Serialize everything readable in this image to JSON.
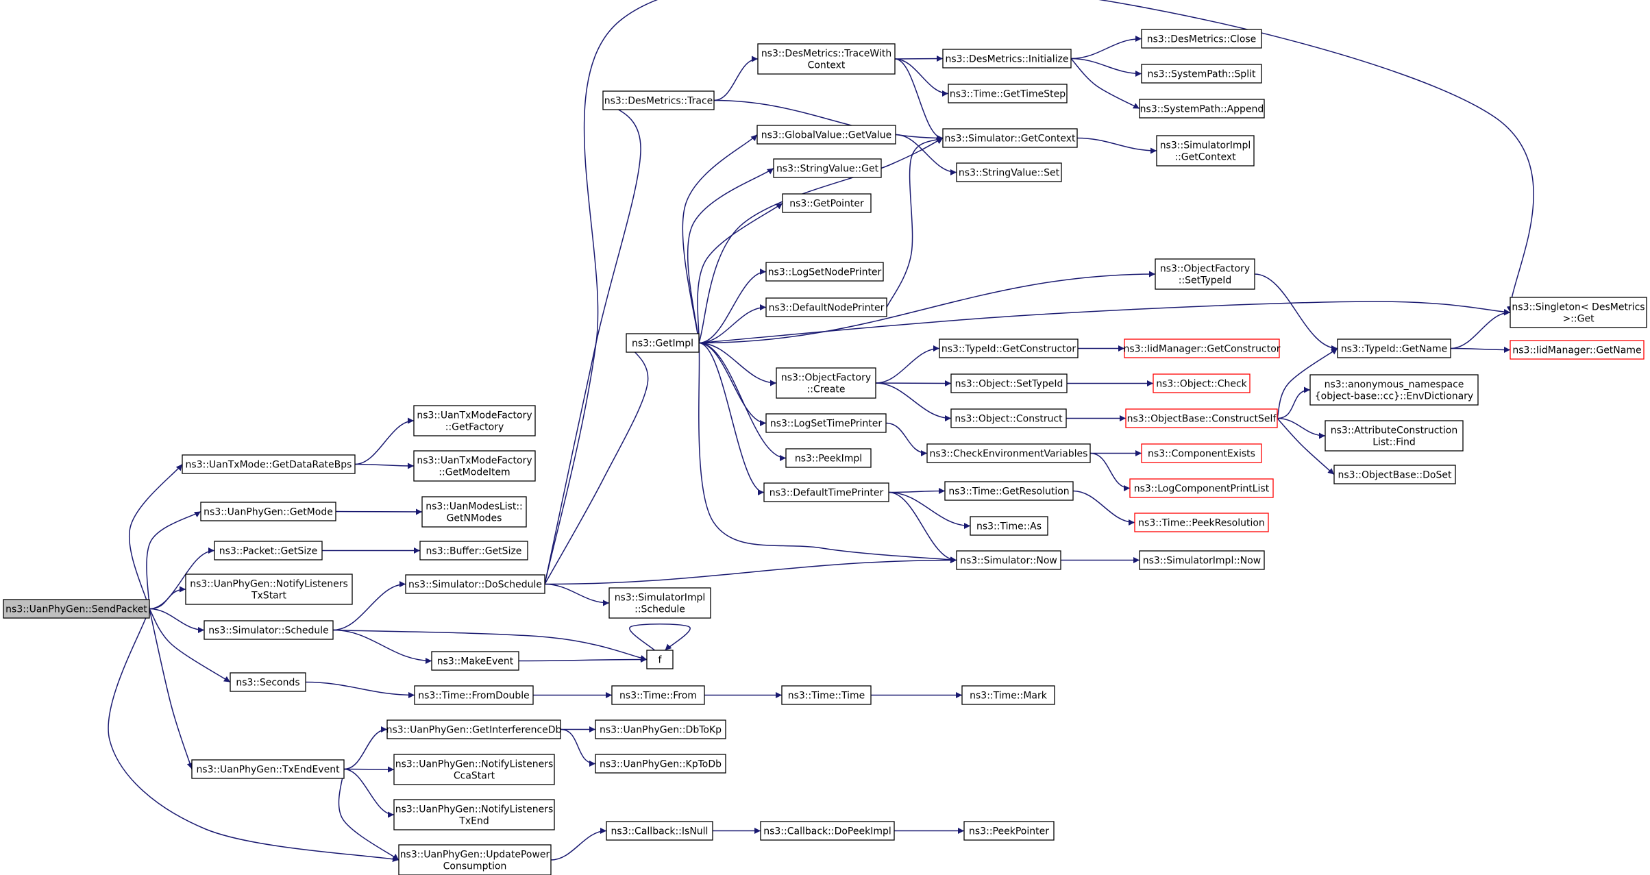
{
  "diagram": {
    "colors": {
      "edge": "#191970",
      "node_border": "#000000",
      "node_border_external": "#ff0000",
      "root_fill": "#bfbfbf",
      "background": "#ffffff"
    },
    "nodes": [
      {
        "id": "sendpacket",
        "lines": [
          "ns3::UanPhyGen::SendPacket"
        ],
        "style": "root"
      },
      {
        "id": "getdataratebps",
        "lines": [
          "ns3::UanTxMode::GetDataRateBps"
        ]
      },
      {
        "id": "getmode",
        "lines": [
          "ns3::UanPhyGen::GetMode"
        ]
      },
      {
        "id": "packetgetsize",
        "lines": [
          "ns3::Packet::GetSize"
        ]
      },
      {
        "id": "notifytxstart",
        "lines": [
          "ns3::UanPhyGen::NotifyListeners",
          "TxStart"
        ]
      },
      {
        "id": "simschedule",
        "lines": [
          "ns3::Simulator::Schedule"
        ]
      },
      {
        "id": "seconds",
        "lines": [
          "ns3::Seconds"
        ]
      },
      {
        "id": "txendevent",
        "lines": [
          "ns3::UanPhyGen::TxEndEvent"
        ]
      },
      {
        "id": "getfactory",
        "lines": [
          "ns3::UanTxModeFactory",
          "::GetFactory"
        ]
      },
      {
        "id": "getmodeitem",
        "lines": [
          "ns3::UanTxModeFactory",
          "::GetModeItem"
        ]
      },
      {
        "id": "getnmodes",
        "lines": [
          "ns3::UanModesList::",
          "GetNModes"
        ]
      },
      {
        "id": "buffergetsize",
        "lines": [
          "ns3::Buffer::GetSize"
        ]
      },
      {
        "id": "doschedule",
        "lines": [
          "ns3::Simulator::DoSchedule"
        ]
      },
      {
        "id": "makeevent",
        "lines": [
          "ns3::MakeEvent"
        ]
      },
      {
        "id": "fromdouble",
        "lines": [
          "ns3::Time::FromDouble"
        ]
      },
      {
        "id": "getinterferencedb",
        "lines": [
          "ns3::UanPhyGen::GetInterferenceDb"
        ]
      },
      {
        "id": "notifyccastart",
        "lines": [
          "ns3::UanPhyGen::NotifyListeners",
          "CcaStart"
        ]
      },
      {
        "id": "notifytxend",
        "lines": [
          "ns3::UanPhyGen::NotifyListeners",
          "TxEnd"
        ]
      },
      {
        "id": "updatepower",
        "lines": [
          "ns3::UanPhyGen::UpdatePower",
          "Consumption"
        ]
      },
      {
        "id": "destrace",
        "lines": [
          "ns3::DesMetrics::Trace"
        ]
      },
      {
        "id": "getimpl",
        "lines": [
          "ns3::GetImpl"
        ]
      },
      {
        "id": "simimplschedule",
        "lines": [
          "ns3::SimulatorImpl",
          "::Schedule"
        ]
      },
      {
        "id": "f",
        "lines": [
          "f"
        ]
      },
      {
        "id": "timefrom",
        "lines": [
          "ns3::Time::From"
        ]
      },
      {
        "id": "dbtokp",
        "lines": [
          "ns3::UanPhyGen::DbToKp"
        ]
      },
      {
        "id": "kptodb",
        "lines": [
          "ns3::UanPhyGen::KpToDb"
        ]
      },
      {
        "id": "isnull",
        "lines": [
          "ns3::Callback::IsNull"
        ]
      },
      {
        "id": "tracewithcontext",
        "lines": [
          "ns3::DesMetrics::TraceWith",
          "Context"
        ]
      },
      {
        "id": "globalgetvalue",
        "lines": [
          "ns3::GlobalValue::GetValue"
        ]
      },
      {
        "id": "stringvalueget",
        "lines": [
          "ns3::StringValue::Get"
        ]
      },
      {
        "id": "getpointer",
        "lines": [
          "ns3::GetPointer"
        ]
      },
      {
        "id": "logsetnodeprinter",
        "lines": [
          "ns3::LogSetNodePrinter"
        ]
      },
      {
        "id": "defaultnodeprinter",
        "lines": [
          "ns3::DefaultNodePrinter"
        ]
      },
      {
        "id": "ofcreate",
        "lines": [
          "ns3::ObjectFactory",
          "::Create"
        ]
      },
      {
        "id": "logsettimeprinter",
        "lines": [
          "ns3::LogSetTimePrinter"
        ]
      },
      {
        "id": "peekimpl",
        "lines": [
          "ns3::PeekImpl"
        ]
      },
      {
        "id": "defaulttimeprinter",
        "lines": [
          "ns3::DefaultTimePrinter"
        ]
      },
      {
        "id": "timetime",
        "lines": [
          "ns3::Time::Time"
        ]
      },
      {
        "id": "dopeekimpl",
        "lines": [
          "ns3::Callback::DoPeekImpl"
        ]
      },
      {
        "id": "desinitialize",
        "lines": [
          "ns3::DesMetrics::Initialize"
        ]
      },
      {
        "id": "gettimestep",
        "lines": [
          "ns3::Time::GetTimeStep"
        ]
      },
      {
        "id": "simgetcontext",
        "lines": [
          "ns3::Simulator::GetContext"
        ]
      },
      {
        "id": "stringvalueset",
        "lines": [
          "ns3::StringValue::Set"
        ]
      },
      {
        "id": "ofsettypeid",
        "lines": [
          "ns3::ObjectFactory",
          "::SetTypeId"
        ]
      },
      {
        "id": "typeidgetconstructor",
        "lines": [
          "ns3::TypeId::GetConstructor"
        ]
      },
      {
        "id": "objectsettypeid",
        "lines": [
          "ns3::Object::SetTypeId"
        ]
      },
      {
        "id": "objectconstruct",
        "lines": [
          "ns3::Object::Construct"
        ]
      },
      {
        "id": "checkenv",
        "lines": [
          "ns3::CheckEnvironmentVariables"
        ]
      },
      {
        "id": "timegetresolution",
        "lines": [
          "ns3::Time::GetResolution"
        ]
      },
      {
        "id": "timeas",
        "lines": [
          "ns3::Time::As"
        ]
      },
      {
        "id": "simnow",
        "lines": [
          "ns3::Simulator::Now"
        ]
      },
      {
        "id": "timemark",
        "lines": [
          "ns3::Time::Mark"
        ]
      },
      {
        "id": "peekpointer",
        "lines": [
          "ns3::PeekPointer"
        ]
      },
      {
        "id": "desclose",
        "lines": [
          "ns3::DesMetrics::Close"
        ]
      },
      {
        "id": "syspathsplit",
        "lines": [
          "ns3::SystemPath::Split"
        ]
      },
      {
        "id": "syspathappend",
        "lines": [
          "ns3::SystemPath::Append"
        ]
      },
      {
        "id": "simimplgetcontext",
        "lines": [
          "ns3::SimulatorImpl",
          "::GetContext"
        ]
      },
      {
        "id": "iidgetconstructor",
        "lines": [
          "ns3::IidManager::GetConstructor"
        ],
        "style": "red"
      },
      {
        "id": "objectcheck",
        "lines": [
          "ns3::Object::Check"
        ],
        "style": "red"
      },
      {
        "id": "constructself",
        "lines": [
          "ns3::ObjectBase::ConstructSelf"
        ],
        "style": "red"
      },
      {
        "id": "componentexists",
        "lines": [
          "ns3::ComponentExists"
        ],
        "style": "red"
      },
      {
        "id": "logcompprintlist",
        "lines": [
          "ns3::LogComponentPrintList"
        ],
        "style": "red"
      },
      {
        "id": "timepeekresolution",
        "lines": [
          "ns3::Time::PeekResolution"
        ],
        "style": "red"
      },
      {
        "id": "simimplnow",
        "lines": [
          "ns3::SimulatorImpl::Now"
        ]
      },
      {
        "id": "typeidgetname",
        "lines": [
          "ns3::TypeId::GetName"
        ]
      },
      {
        "id": "envdictionary",
        "lines": [
          "ns3::anonymous_namespace",
          "{object-base::cc}::EnvDictionary"
        ]
      },
      {
        "id": "acfind",
        "lines": [
          "ns3::AttributeConstruction",
          "List::Find"
        ]
      },
      {
        "id": "objectbasedoset",
        "lines": [
          "ns3::ObjectBase::DoSet"
        ]
      },
      {
        "id": "singletonget",
        "lines": [
          "ns3::Singleton< DesMetrics",
          " >::Get"
        ]
      },
      {
        "id": "iidgetname",
        "lines": [
          "ns3::IidManager::GetName"
        ],
        "style": "red"
      }
    ]
  }
}
